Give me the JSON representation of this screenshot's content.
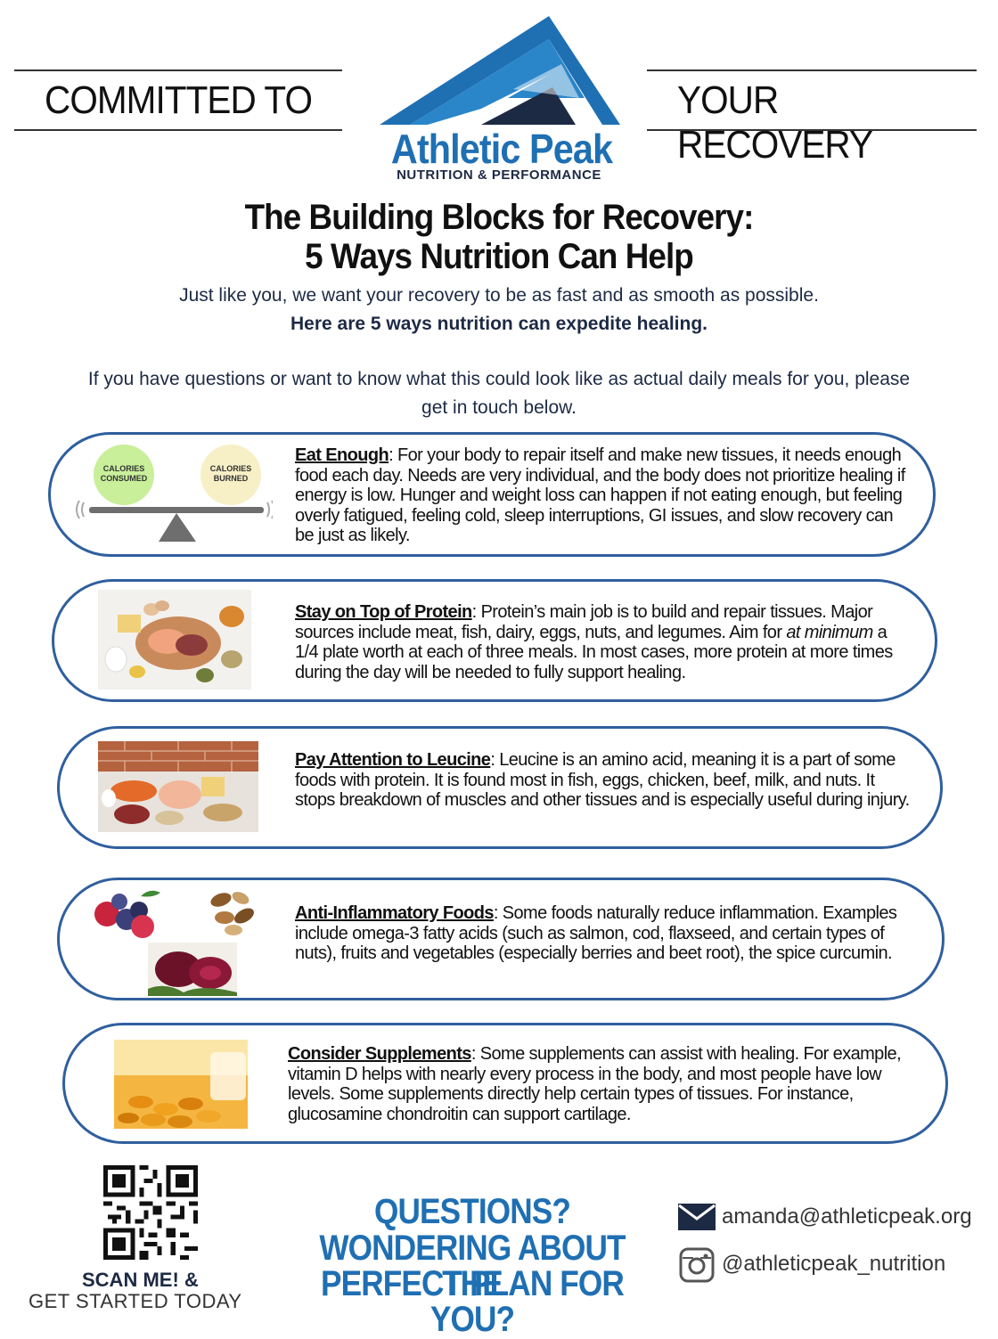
{
  "header": {
    "tagline_left": "COMMITTED TO",
    "tagline_right": "YOUR RECOVERY",
    "brand_name": "Athletic Peak",
    "brand_sub": "NUTRITION & PERFORMANCE"
  },
  "title": {
    "line1": "The Building Blocks for Recovery:",
    "line2": "5 Ways Nutrition Can Help"
  },
  "intro": {
    "line1": "Just like you, we want your recovery to be as fast and as smooth as possible.",
    "line2": "Here are 5 ways nutrition can expedite healing.",
    "line3": "If you have questions or want to know what this could look like as actual daily meals for you, please",
    "line4": "get in touch below."
  },
  "cards": [
    {
      "heading": "Eat Enough",
      "body": ": For your body to repair itself and make new tissues, it needs enough food each day. Needs are very individual, and the body does not prioritize healing if energy is low. Hunger and weight loss can happen if not eating enough, but feeling overly fatigued, feeling cold, sleep interruptions, GI issues, and slow recovery can be just as likely.",
      "graphic": {
        "left_label_1": "CALORIES",
        "left_label_2": "CONSUMED",
        "right_label_1": "CALORIES",
        "right_label_2": "BURNED"
      }
    },
    {
      "heading": "Stay on Top of Protein",
      "body_before": ": Protein’s main job is to build and repair tissues. Major sources include meat, fish, dairy, eggs, nuts, and legumes. Aim for ",
      "body_italic": "at minimum",
      "body_after": " a 1/4 plate worth at each of three meals. In most cases, more protein at more times during the day will be needed to fully support healing."
    },
    {
      "heading": "Pay Attention to Leucine",
      "body": ": Leucine is an amino acid, meaning it is a part of some foods with protein. It is found most in fish, eggs, chicken, beef, milk, and nuts. It stops breakdown of muscles and other tissues and is especially useful during injury."
    },
    {
      "heading": "Anti-Inflammatory Foods",
      "body": ": Some foods naturally reduce inflammation. Examples include omega-3 fatty acids (such as salmon, cod, flaxseed, and certain types of nuts), fruits and vegetables (especially berries and beet root), the spice curcumin."
    },
    {
      "heading": "Consider Supplements",
      "body": ": Some supplements can assist with healing. For example, vitamin D helps with nearly every process in the body, and most people have low levels. Some supplements directly help certain types of tissues. For instance, glucosamine chondroitin can support cartilage."
    }
  ],
  "footer": {
    "scan_line1": "SCAN ME! &",
    "scan_line2": "GET STARTED TODAY",
    "cta_line1": "QUESTIONS?",
    "cta_line2": "WONDERING ABOUT THE",
    "cta_line3": "PERFECT PLAN FOR YOU?",
    "email": "amanda@athleticpeak.org",
    "instagram": "@athleticpeak_nutrition"
  },
  "colors": {
    "brand_blue": "#1f6fb3",
    "navy": "#1d2a44",
    "card_border": "#2f5f9e",
    "consumed_circle": "#c9ef9a",
    "burned_circle": "#f7efc6"
  }
}
